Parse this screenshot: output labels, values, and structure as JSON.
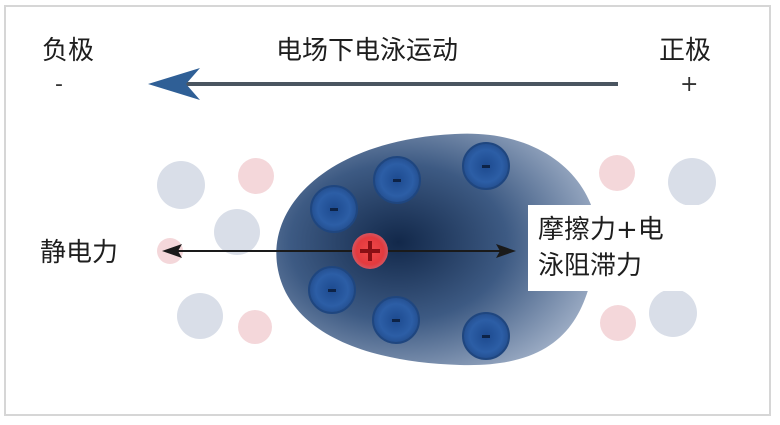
{
  "diagram": {
    "title": "电场下电泳运动",
    "negative_pole": {
      "label": "负极",
      "sign": "-"
    },
    "positive_pole": {
      "label": "正极",
      "sign": "+"
    },
    "static_force_label": "静电力",
    "drag_force_label_line1": "摩擦力+电",
    "drag_force_label_line2": "泳阻滞力",
    "central_particle_sign": "+",
    "counter_ion_sign": "-",
    "colors": {
      "migration_arrow": "#2f5f96",
      "arrow_shaft": "#4a5560",
      "ion_cloud_dark": "#1e3a63",
      "ion_cloud_light": "#b7c3d6",
      "negative_ion": "#2a5aa0",
      "positive_particle": "#e8383c",
      "faded_negative_ion": "#d5dbe6",
      "faded_positive_ion": "#f3d3d6",
      "frame_border": "#d6d6d6"
    }
  }
}
